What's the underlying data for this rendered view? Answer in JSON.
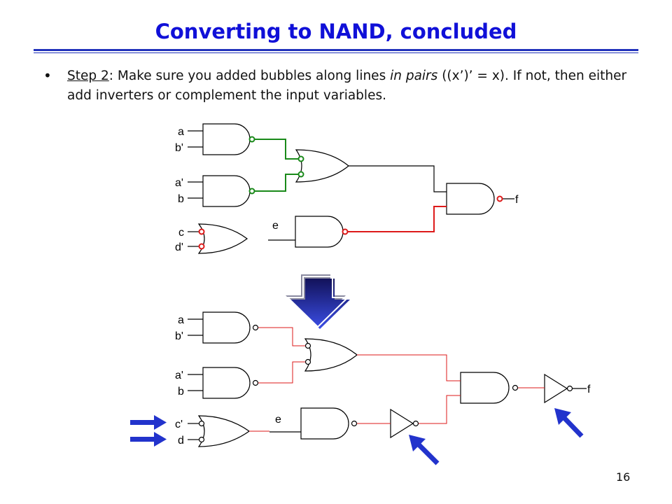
{
  "slide": {
    "title": "Converting to NAND, concluded",
    "page_number": "16"
  },
  "bullet": {
    "step_label": "Step 2",
    "colon": ":",
    "text_a": " Make sure you added bubbles along lines ",
    "text_italic": "in pairs",
    "text_b": " ((x’)’ = x). If not, then either add inverters or complement the input variables."
  },
  "top_circuit": {
    "labels": [
      "a",
      "b'",
      "a'",
      "b",
      "c",
      "d'",
      "e",
      "f"
    ]
  },
  "bottom_circuit": {
    "labels": [
      "a",
      "b'",
      "a'",
      "b",
      "c'",
      "d",
      "e",
      "f"
    ]
  },
  "colors": {
    "title": "#1010d8",
    "green_wire": "#1a8a1a",
    "red_wire": "#dd1a1a",
    "arrow_blue": "#2233cc"
  }
}
